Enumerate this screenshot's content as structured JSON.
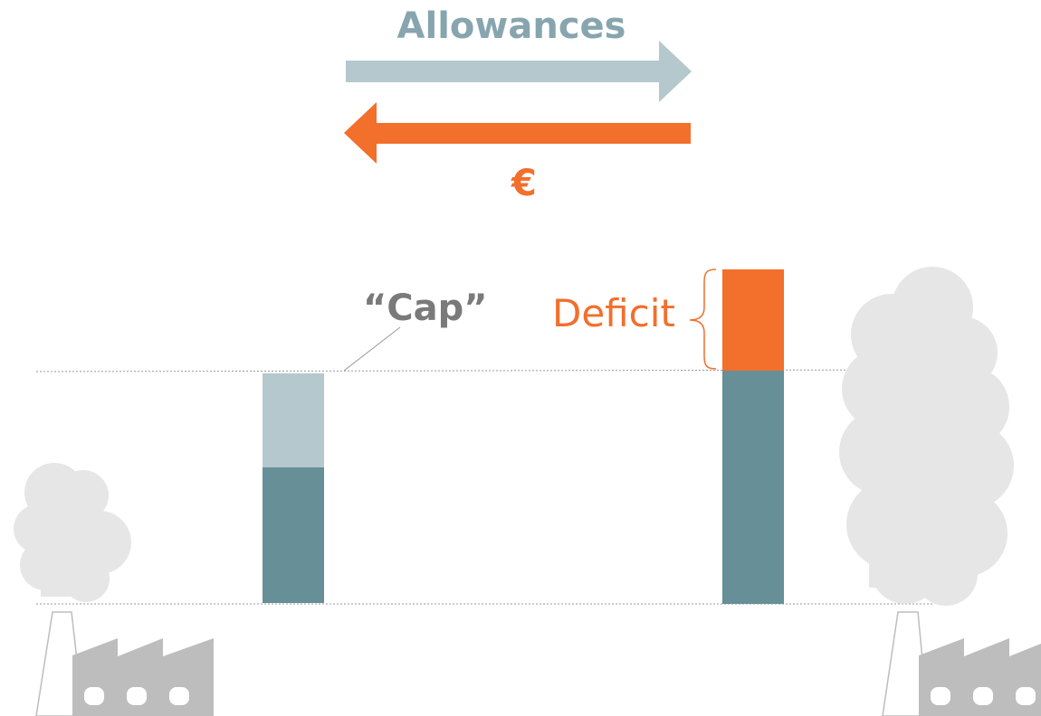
{
  "labels": {
    "allowances": "Allowances",
    "currency": "€",
    "cap": "“Cap”",
    "deficit": "Deficit"
  },
  "colors": {
    "allowance_arrow": "#b4c8cd",
    "money_arrow": "#f26f2c",
    "emissions_bar": "#668f97",
    "allowance_surplus": "#b4c8cd",
    "deficit_bar": "#f26f2c",
    "smoke": "#e6e6e6",
    "factory": "#bdbdbd",
    "guide_line": "#999999"
  },
  "icons": [
    "factory-icon",
    "smoke-cloud-icon",
    "arrow-right-icon",
    "arrow-left-icon"
  ]
}
